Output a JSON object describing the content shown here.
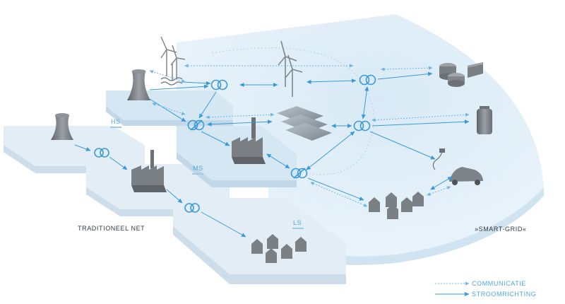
{
  "labels": {
    "hs": "HS",
    "ms": "MS",
    "ls": "LS",
    "traditional": "TRADITIONEEL NET",
    "smart": "»SMART-GRID«"
  },
  "legend": {
    "communication": "COMMUNICATIE",
    "power_flow": "STROOMRICHTING"
  },
  "colors": {
    "accent": "#3a9ad9",
    "platform": "#e6f0f8",
    "smart_area": "#e8f2fa",
    "building": "#7a7f84"
  }
}
